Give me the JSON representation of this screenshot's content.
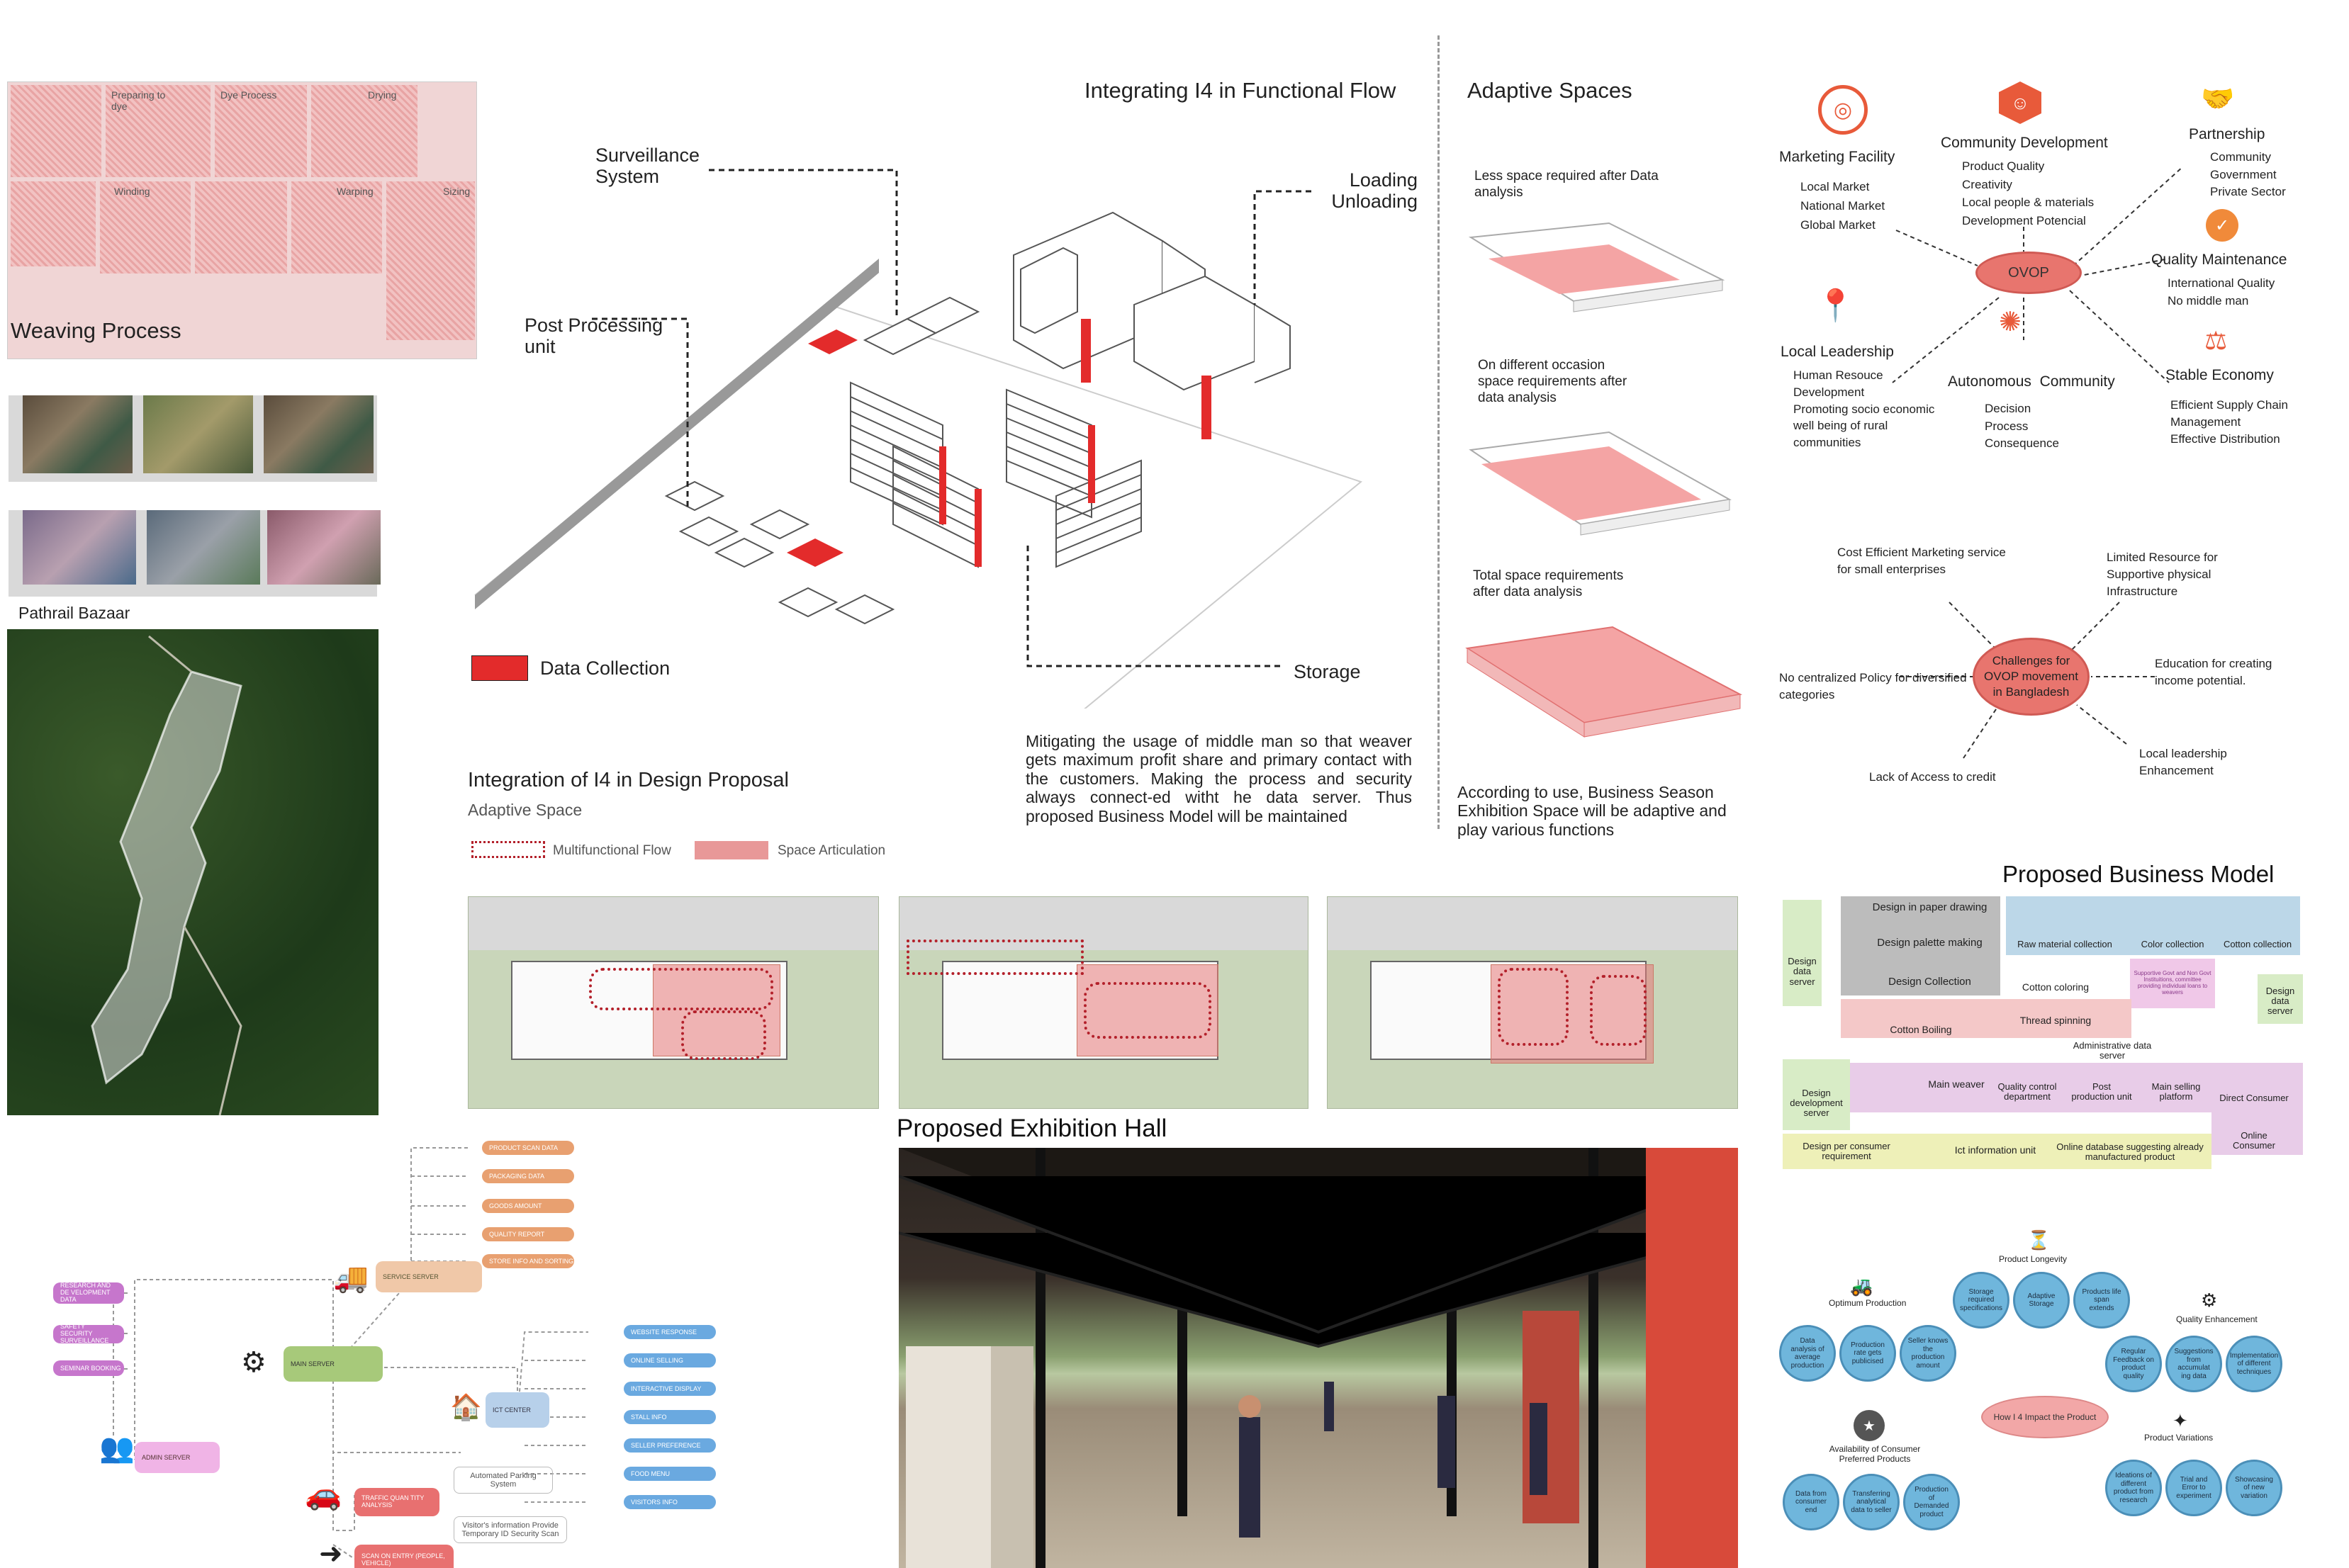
{
  "titles": {
    "weaving": "Weaving Process",
    "bazaar": "Pathrail Bazaar",
    "functional_flow": "Integrating I4 in Functional Flow",
    "adaptive_spaces": "Adaptive Spaces",
    "design_proposal": "Integration of I4 in Design Proposal",
    "adaptive_space": "Adaptive Space",
    "exhibition": "Proposed Exhibition Hall",
    "business_model": "Proposed Business Model"
  },
  "weaving_steps": [
    "Preparing to dye",
    "Dye Process",
    "Drying",
    "Winding",
    "Warping",
    "Sizing"
  ],
  "flow_labels": {
    "surveillance": "Surveillance System",
    "loading": "Loading Unloading",
    "post_processing": "Post Processing unit",
    "storage": "Storage",
    "data_collection": "Data Collection"
  },
  "flow_note": "Mitigating the usage of middle man so that weaver gets maximum profit share and primary contact with the customers. Making the process and security always connect-ed witht he data server. Thus proposed Business Model will be maintained",
  "adaptive": {
    "a": "Less space required after Data analysis",
    "b": "On different occasion space requirements after data analysis",
    "c": "Total space requirements after data analysis",
    "note": "According to use, Business Season Exhibition Space will be adaptive and play various functions"
  },
  "legend": {
    "flow": "Multifunctional Flow",
    "space": "Space Articulation"
  },
  "ovop": {
    "center": "OVOP",
    "marketing": {
      "title": "Marketing Facility",
      "items": [
        "Local Market",
        "National Market",
        "Global Market"
      ]
    },
    "community": {
      "title": "Community Development",
      "items": [
        "Product Quality",
        "Creativity",
        "Local people & materials",
        "Development Potencial"
      ]
    },
    "partnership": {
      "title": "Partnership",
      "items": [
        "Community",
        "Government",
        "Private Sector"
      ]
    },
    "quality": {
      "title": "Quality Maintenance",
      "items": [
        "International Quality",
        "No middle man"
      ]
    },
    "leadership": {
      "title": "Local Leadership",
      "items": [
        "Human Resouce Development",
        "Promoting socio economic well being of rural communities"
      ]
    },
    "autonomous": {
      "title": "Autonomous  Community",
      "items": [
        "Decision",
        "Process",
        "Consequence"
      ]
    },
    "stable": {
      "title": "Stable Economy",
      "items": [
        "Efficient Supply Chain Management",
        "Effective Distribution"
      ]
    }
  },
  "challenges": {
    "center": "Challenges for OVOP movement in Bangladesh",
    "items": [
      "Cost Efficient Marketing service for small enterprises",
      "Limited Resource for Supportive physical Infrastructure",
      "No centralized Policy for diversified categories",
      "Education for creating income potential.",
      "Lack of Access to credit",
      "Local leadership Enhancement"
    ]
  },
  "business": {
    "design_server": "Design data server",
    "drawing": "Design in paper drawing",
    "palette": "Design palette making",
    "collection": "Design Collection",
    "raw": "Raw material collection",
    "color": "Color collection",
    "cotton": "Cotton collection",
    "support": "Supportive Govt and Non Govt Instituitions, committee providing individual loans to weavers",
    "data_server": "Design data server",
    "coloring": "Cotton coloring",
    "spinning": "Thread spinning",
    "boiling": "Cotton Boiling",
    "admin": "Administrative data server",
    "dev": "Design development server",
    "weaver": "Main weaver",
    "qc": "Quality control department",
    "post": "Post production unit",
    "selling": "Main selling platform",
    "direct": "Direct Consumer",
    "online": "Online Consumer",
    "consumer_req": "Design per consumer requirement",
    "ict": "Ict information unit",
    "database": "Online database suggesting already manufactured product"
  },
  "server": {
    "service": "SERVICE SERVER",
    "main": "MAIN SERVER",
    "admin": "ADMIN SERVER",
    "ict": "ICT CENTER",
    "traffic": "TRAFFIC QUAN TITY ANALYSIS",
    "scan": "SCAN ON ENTRY (PEOPLE, VEHICLE)",
    "parking": "Automated Parking System",
    "visitor": "Visitor's information Provide Temporary ID Security Scan",
    "service_items": [
      "PRODUCT SCAN DATA",
      "PACKAGING DATA",
      "GOODS AMOUNT",
      "QUALITY REPORT",
      "STORE INFO AND SORTING"
    ],
    "admin_items": [
      "RESEARCH AND DE VELOPMENT DATA",
      "SAFETY SECURITY SURVEILLANCE",
      "SEMINAR BOOKING"
    ],
    "ict_items": [
      "WEBSITE RESPONSE",
      "ONLINE SELLING",
      "INTERACTIVE DISPLAY",
      "STALL INFO",
      "SELLER PREFERENCE",
      "FOOD MENU",
      "VISITORS INFO"
    ]
  },
  "impact": {
    "center": "How I 4 Impact the Product",
    "longevity": "Product Longevity",
    "optimum": "Optimum Production",
    "quality": "Quality Enhancement",
    "availability": "Availability of Consumer Preferred Products",
    "variations": "Product Variations",
    "bubbles": [
      "Storage required specifications",
      "Adaptive Storage",
      "Products life span extends",
      "Data analysis of average production",
      "Production rate gets publicised",
      "Seller knows the production amount",
      "Regular Feedback on product quality",
      "Suggestions from accumulat ing data",
      "Implementation of different techniques",
      "Data from consumer end",
      "Transferring analytical data to seller",
      "Production of Demanded product",
      "Ideations of different product from research",
      "Trial and Error to experiment",
      "Showcasing of new variation"
    ]
  },
  "colors": {
    "red": "#e32b2b",
    "pink": "#f2a7a7",
    "salmon": "#e8756e",
    "blue": "#6fb6dc"
  }
}
